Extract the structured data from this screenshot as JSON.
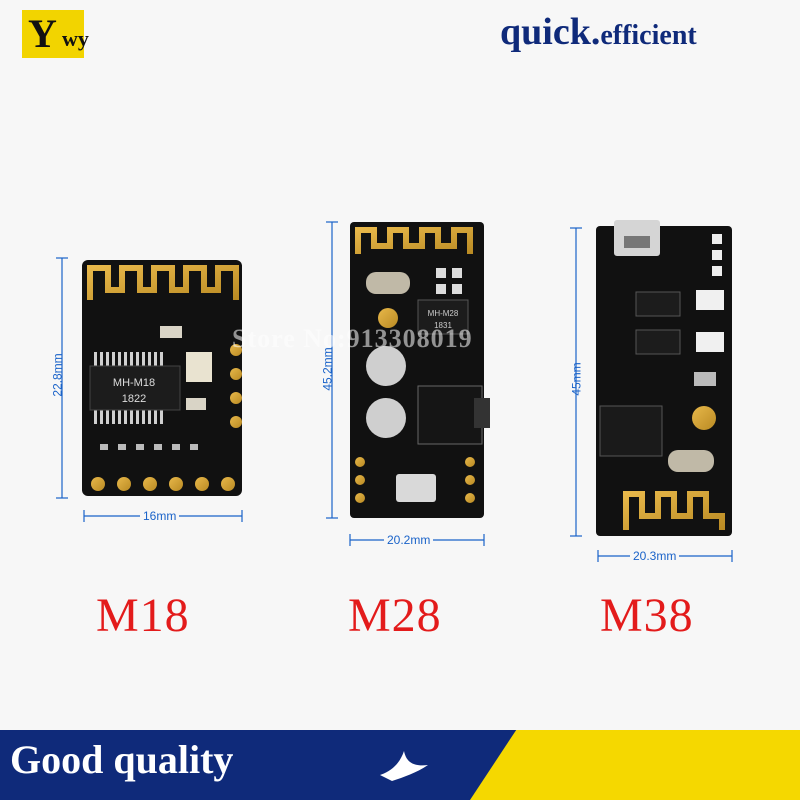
{
  "logo": {
    "big": "Y",
    "small": "wy",
    "color": "#f2d400"
  },
  "watermark": "Store No:913308019",
  "modules": [
    {
      "name": "M18",
      "width": "16mm",
      "height": "22.8mm",
      "chip1": "MH-M18",
      "chip2": "1822"
    },
    {
      "name": "M28",
      "width": "20.2mm",
      "height": "45.2mm",
      "chip1": "MH-M28",
      "chip2": "1831"
    },
    {
      "name": "M38",
      "width": "20.3mm",
      "height": "45mm"
    }
  ],
  "banner": {
    "left_text": "Good  quality",
    "right_text_1": "quick.",
    "right_text_2": "efficient"
  },
  "colors": {
    "label_blue": "#1a63c9",
    "model_red": "#e31b1b",
    "banner_blue": "#0f2a7a",
    "banner_yellow": "#f5d800"
  }
}
